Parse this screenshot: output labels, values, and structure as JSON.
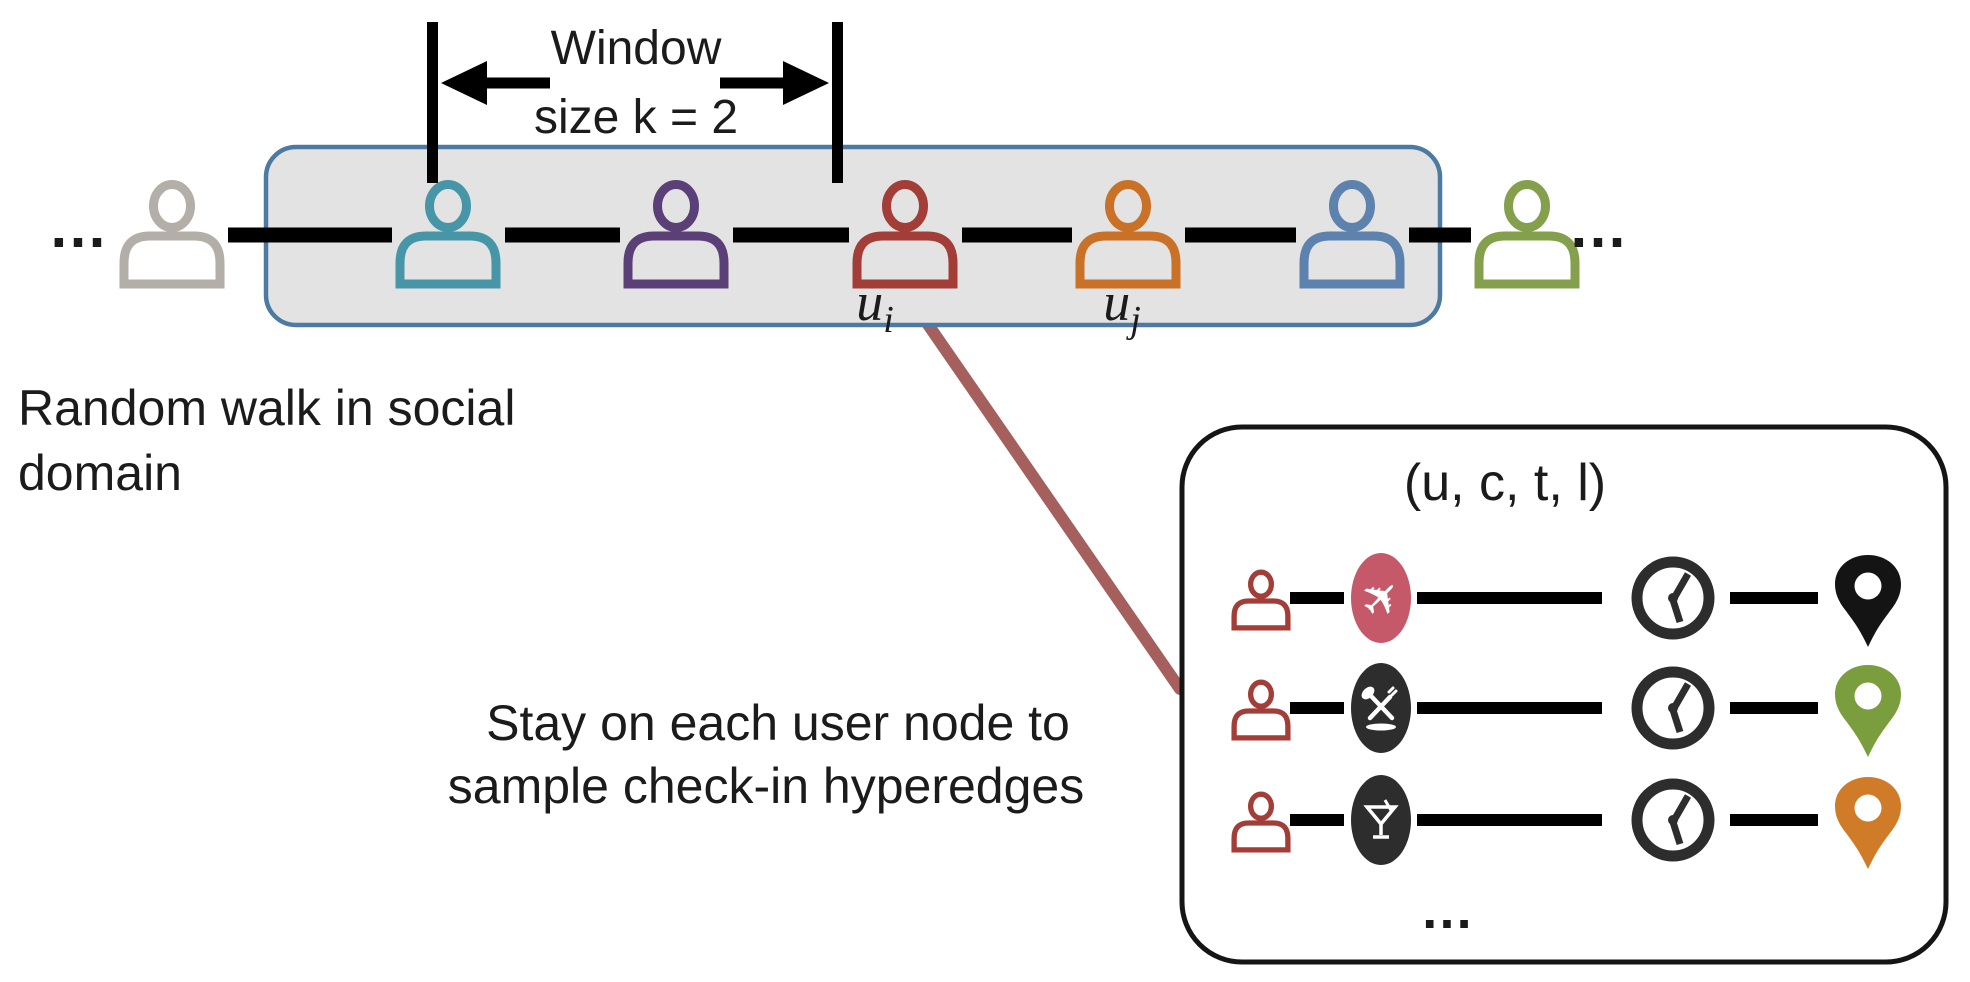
{
  "palette": {
    "edge": "#000000",
    "window_box_fill": "#e4e3e4",
    "window_box_stroke": "#4d7aa2",
    "checkin_box_stroke": "#151515",
    "checkin_box_fill": "#ffffff",
    "sample_line": "#a5605d",
    "text": "#1b1b1b",
    "glyph_white": "#ffffff"
  },
  "social_walk": {
    "ellipsis_left": "…",
    "ellipsis_right": "…",
    "bracket": {
      "line1": "Window",
      "line2": "size k = 2"
    },
    "people": [
      {
        "id": "user-prev",
        "color": "#b3aea7"
      },
      {
        "id": "user-window-1",
        "color": "#4796a8"
      },
      {
        "id": "user-window-2",
        "color": "#5b4078"
      },
      {
        "id": "user-ui",
        "color": "#a33d38",
        "label": {
          "base": "u",
          "sub": "i"
        }
      },
      {
        "id": "user-uj",
        "color": "#ca7128",
        "label": {
          "base": "u",
          "sub": "j"
        }
      },
      {
        "id": "user-window-5",
        "color": "#5d82ae"
      },
      {
        "id": "user-next",
        "color": "#84a04c"
      }
    ]
  },
  "captions": {
    "random_walk_line1": "Random walk in social",
    "random_walk_line2": "domain",
    "stay_line1": "Stay on each user node to",
    "stay_line2": "sample check-in hyperedges"
  },
  "checkin_box": {
    "title": "(u, c, t, l)",
    "ellipsis": "…",
    "user_color": "#a33d38",
    "clock_color": "#2d2d2d",
    "airplane_glyph": "✈",
    "rows": [
      {
        "category_icon": "airplane-icon",
        "category_color": "#c5596a",
        "pin_color": "#141414"
      },
      {
        "category_icon": "restaurant-icon",
        "category_color": "#2d2d2d",
        "pin_color": "#7a9e3d"
      },
      {
        "category_icon": "cocktail-icon",
        "category_color": "#2d2d2d",
        "pin_color": "#cf7b28"
      }
    ]
  }
}
